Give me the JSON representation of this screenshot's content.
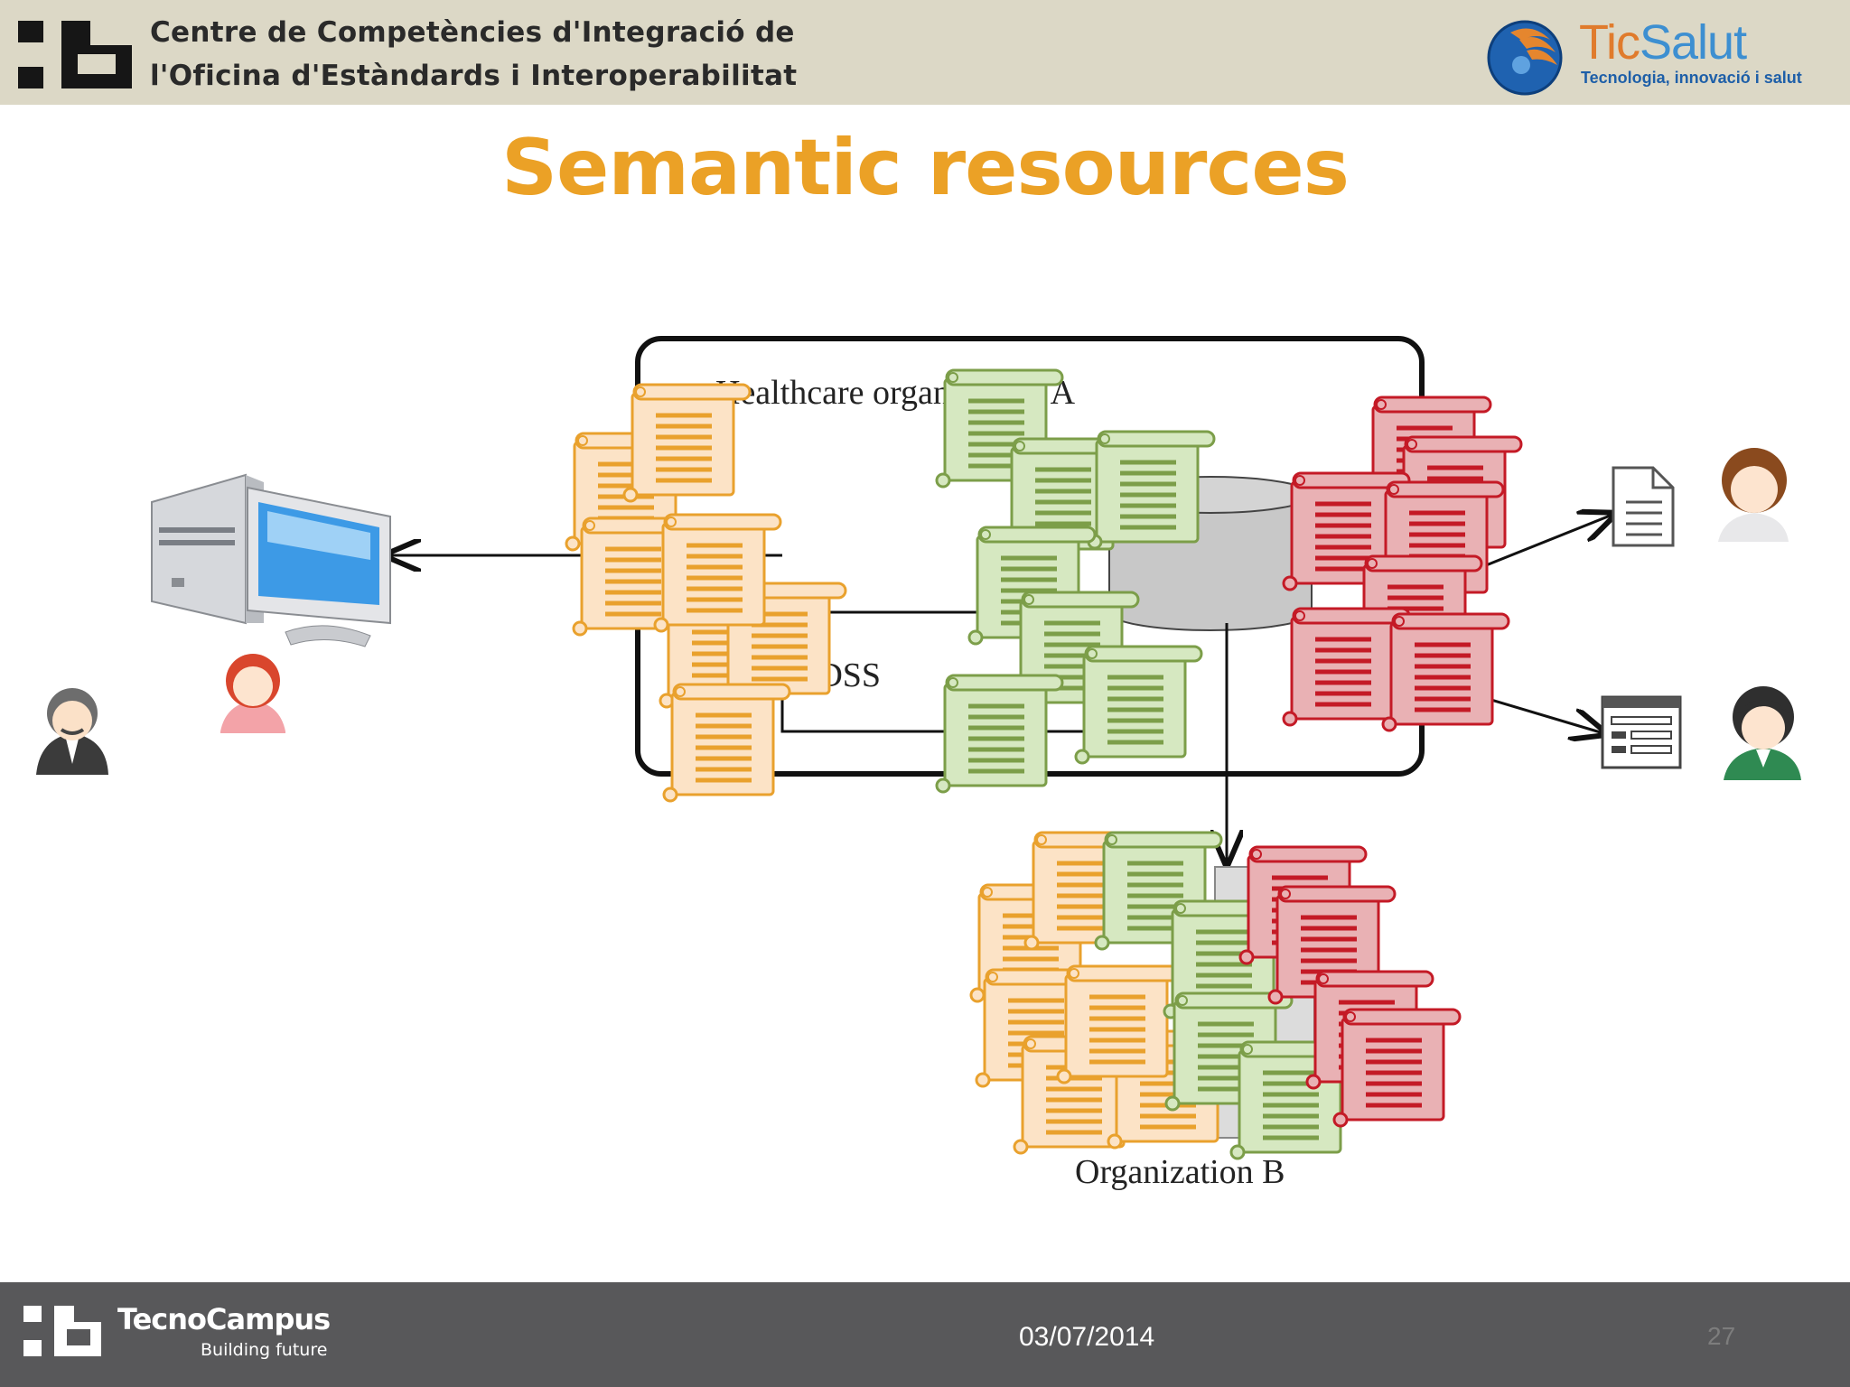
{
  "header": {
    "line1": "Centre de Competències d'Integració de",
    "line2": "l'Oficina d'Estàndards i Interoperabilitat",
    "partner_name_a": "Tic",
    "partner_name_b": "Salut",
    "partner_tagline": "Tecnologia, innovació i salut"
  },
  "title": "Semantic resources",
  "diagram": {
    "org_a_label": "Healthcare organization A",
    "cdss_label": "CDSS",
    "org_b_label": "Organization B",
    "colors": {
      "orange": "#e9a12d",
      "green": "#7c9e49",
      "red": "#c41a26"
    }
  },
  "footer": {
    "brand": "TecnoCampus",
    "tagline": "Building future",
    "date": "03/07/2014",
    "page": "27"
  }
}
